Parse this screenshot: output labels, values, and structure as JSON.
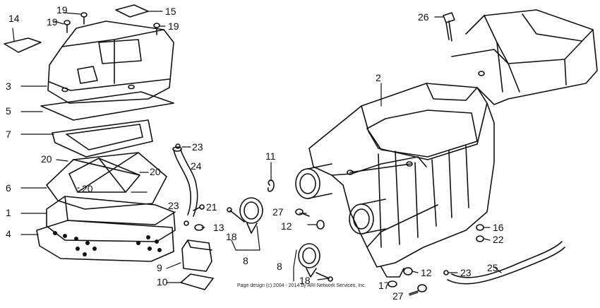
{
  "callouts": [
    "14",
    "19",
    "19",
    "15",
    "19",
    "3",
    "5",
    "7",
    "20",
    "20",
    "6",
    "20",
    "1",
    "4",
    "9",
    "10",
    "23",
    "24",
    "23",
    "21",
    "13",
    "11",
    "8",
    "18",
    "18",
    "8",
    "27",
    "12",
    "2",
    "26",
    "16",
    "22",
    "12",
    "23",
    "25",
    "17",
    "27"
  ],
  "copyright": "Page design (c) 2004 - 2014 by ARI Network Services, Inc."
}
